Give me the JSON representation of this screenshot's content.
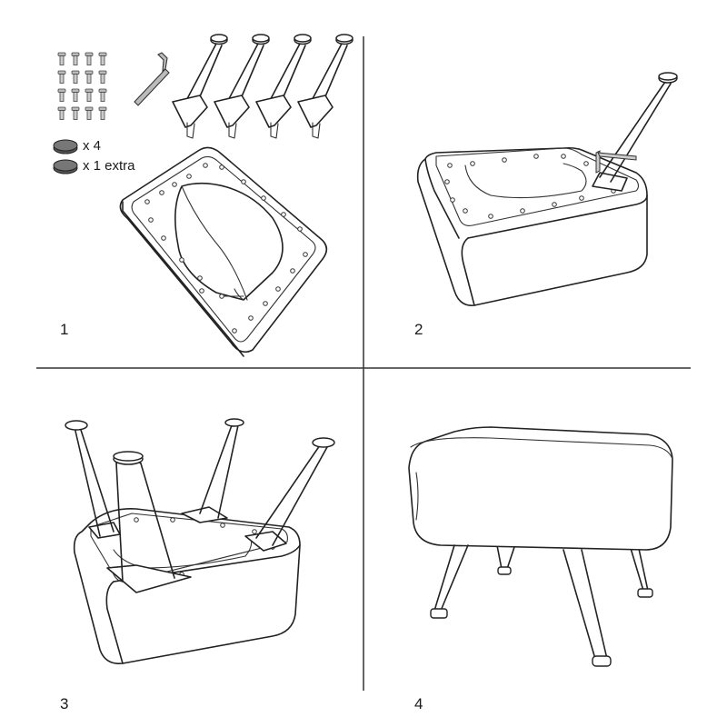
{
  "steps": [
    {
      "number": "1",
      "parts": [
        {
          "label": "x 4"
        },
        {
          "label": "x 1 extra"
        }
      ]
    },
    {
      "number": "2"
    },
    {
      "number": "3"
    },
    {
      "number": "4"
    }
  ],
  "colors": {
    "line": "#222222",
    "background": "#ffffff",
    "pad": "#555555",
    "screw": "#bbbbbb"
  },
  "icons": [
    "screw-icon",
    "allen-key-icon",
    "hairpin-leg-icon",
    "felt-pad-icon"
  ]
}
